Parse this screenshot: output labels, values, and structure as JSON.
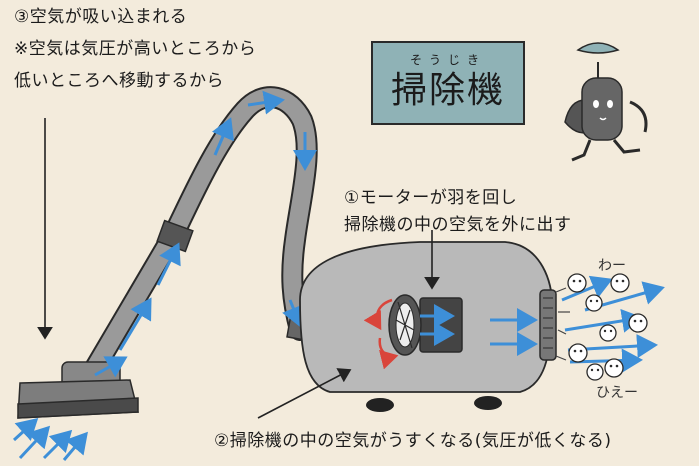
{
  "title": {
    "ruby": "そうじき",
    "main": "掃除機"
  },
  "annotations": {
    "step3_line1": "③空気が吸い込まれる",
    "step3_line2": "※空気は気圧が高いところから",
    "step3_line3": "低いところへ移動するから",
    "step1_line1": "①モーターが羽を回し",
    "step1_line2": "掃除機の中の空気を外に出す",
    "step2": "②掃除機の中の空気がうすくなる(気圧が低くなる)"
  },
  "sounds": {
    "wa": "わー",
    "hie": "ひえー"
  },
  "colors": {
    "background": "#f3ebdc",
    "title_box": "#8fb2b6",
    "machine_body": "#b9b9b9",
    "hose": "#9a9a9a",
    "airflow_arrow": "#3d8fd8",
    "fan_rotation": "#d9453b",
    "outline": "#2a2a2a"
  },
  "icons": [
    "vacuum-cleaner-icon",
    "fan-blade-icon",
    "air-particle-faces-icon",
    "propeller-robot-icon"
  ]
}
